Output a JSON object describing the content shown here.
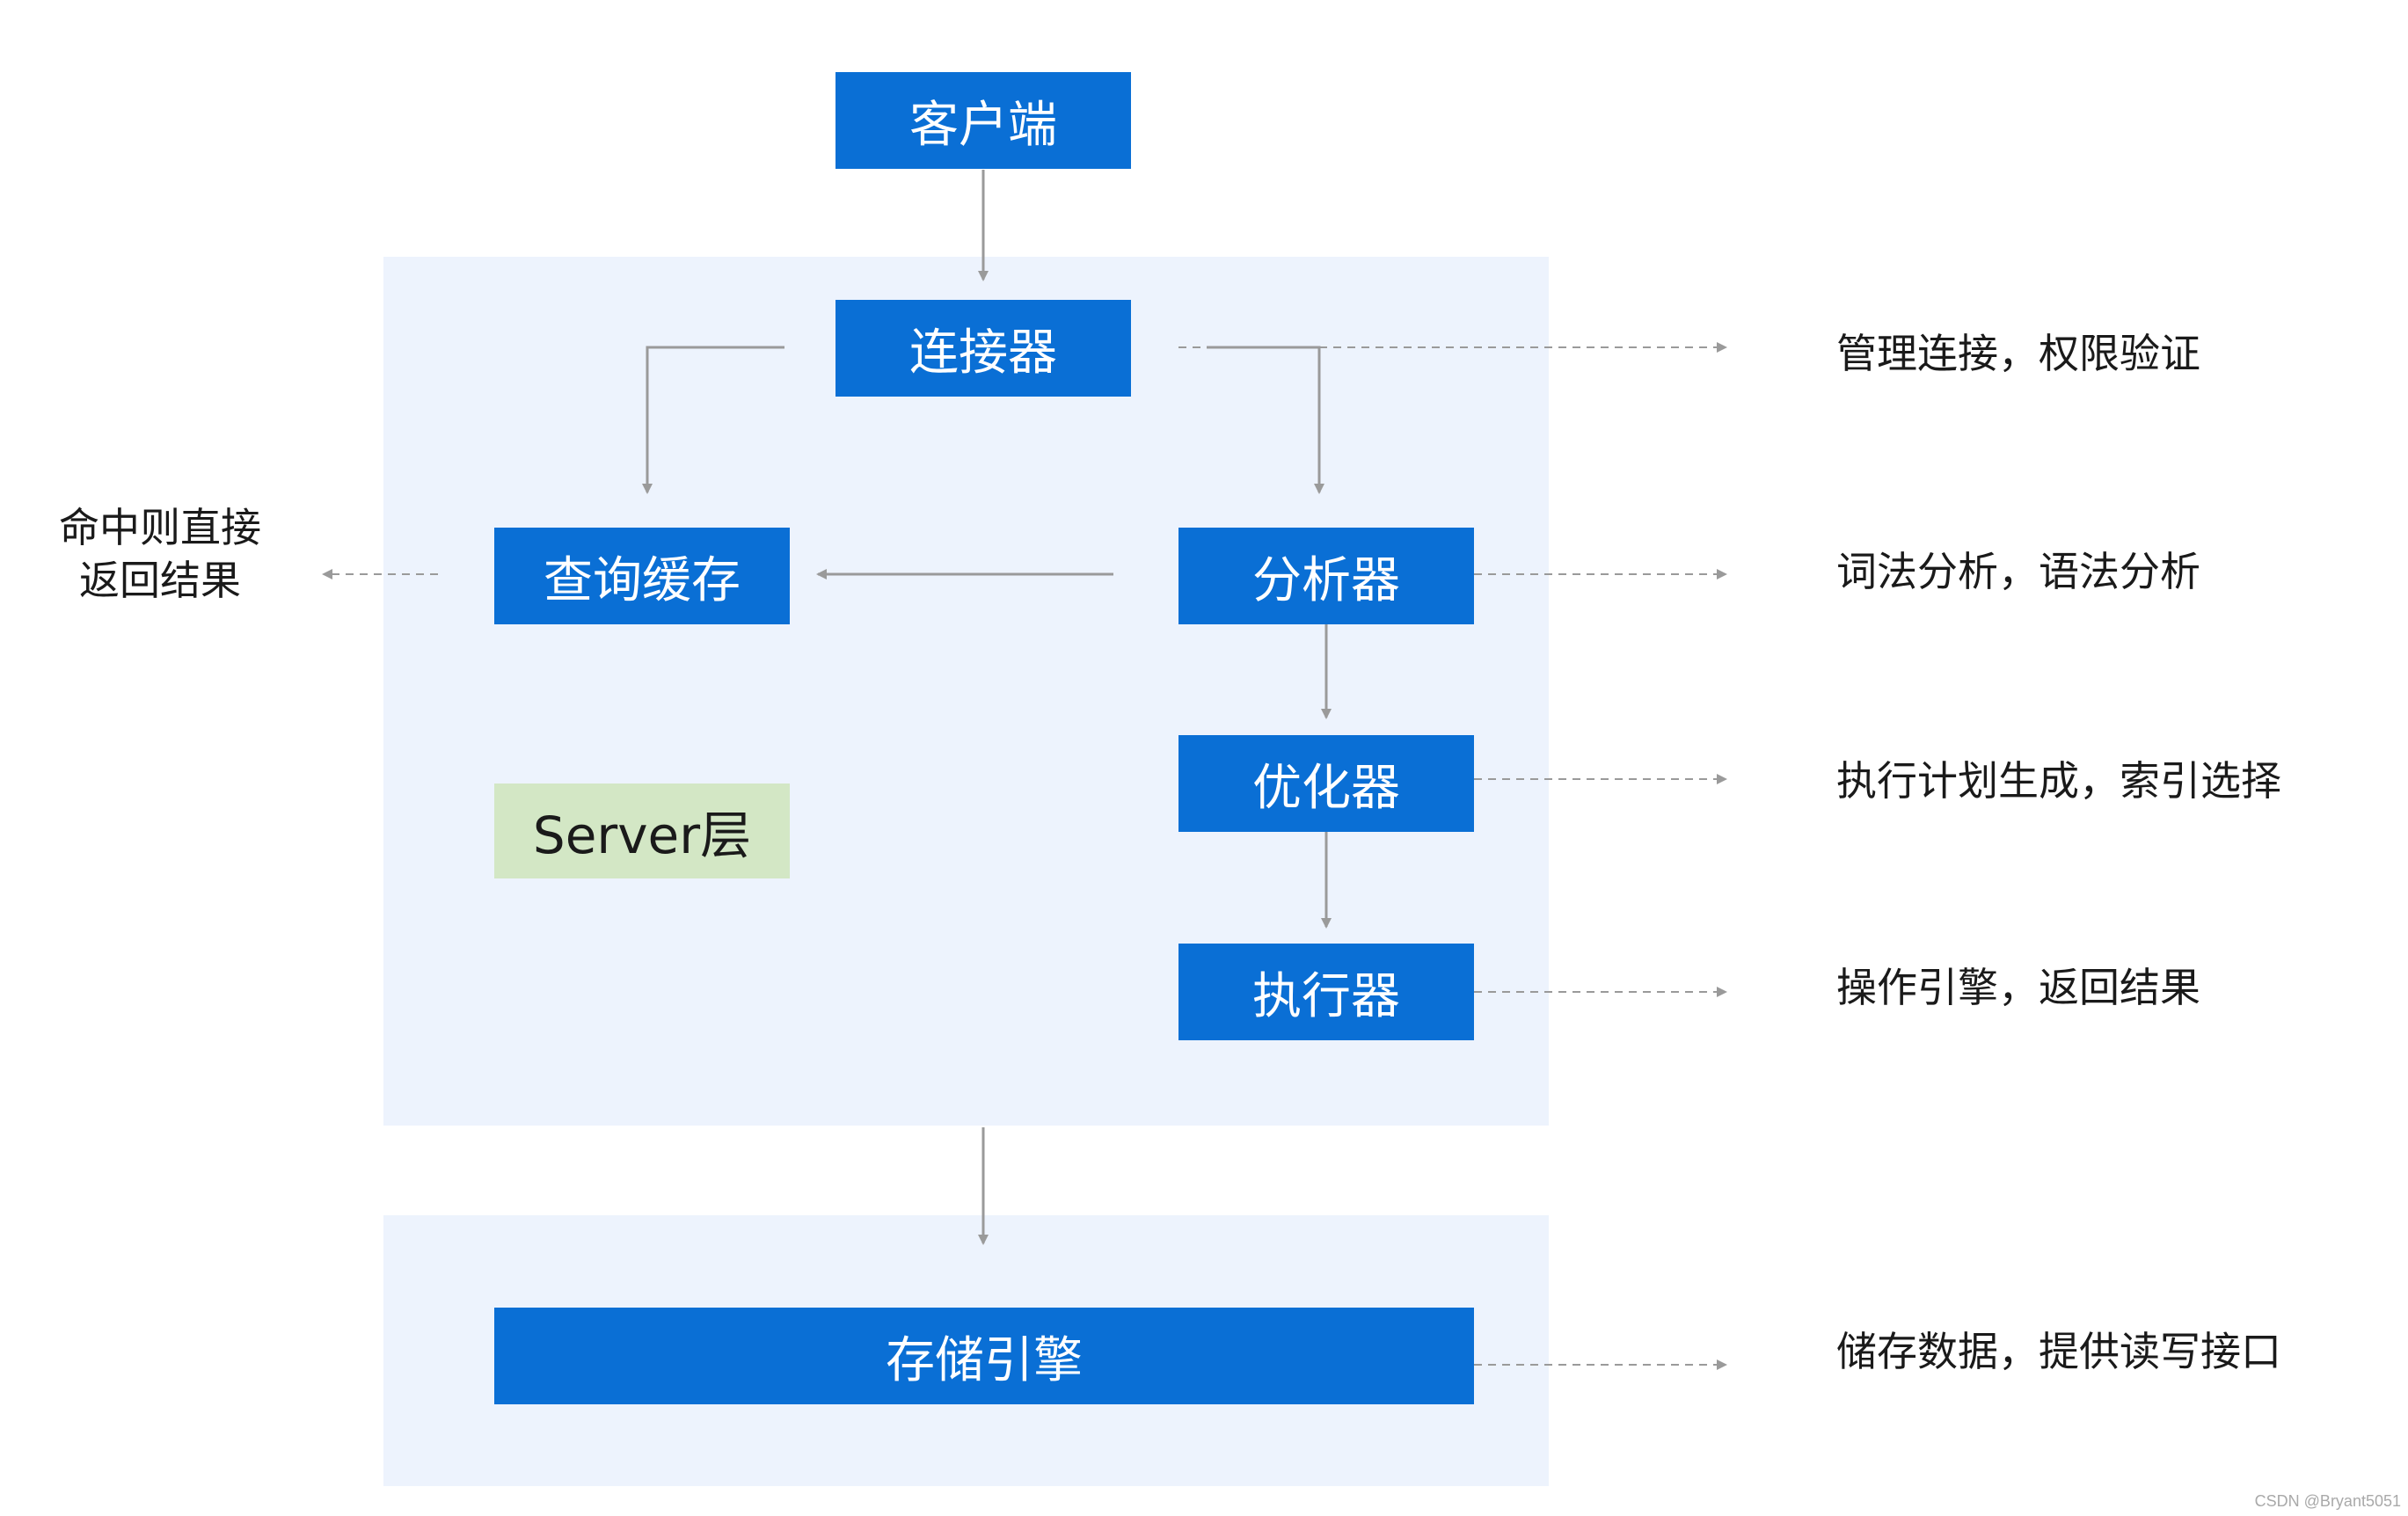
{
  "boxes": {
    "client": "客户端",
    "connector": "连接器",
    "query_cache": "查询缓存",
    "analyzer": "分析器",
    "optimizer": "优化器",
    "executor": "执行器",
    "server_layer": "Server层",
    "storage_engine": "存储引擎"
  },
  "notes": {
    "connector": "管理连接，权限验证",
    "analyzer": "词法分析，语法分析",
    "optimizer": "执行计划生成，索引选择",
    "executor": "操作引擎，返回结果",
    "storage": "储存数据，提供读写接口",
    "cache_hit_line1": "命中则直接",
    "cache_hit_line2": "返回结果"
  },
  "watermark": "CSDN @Bryant5051",
  "colors": {
    "box_blue": "#0A6FD5",
    "server_label_green": "#D3E7C5",
    "panel_bg": "#EDF3FD",
    "connector_line": "#9A9A9A"
  }
}
